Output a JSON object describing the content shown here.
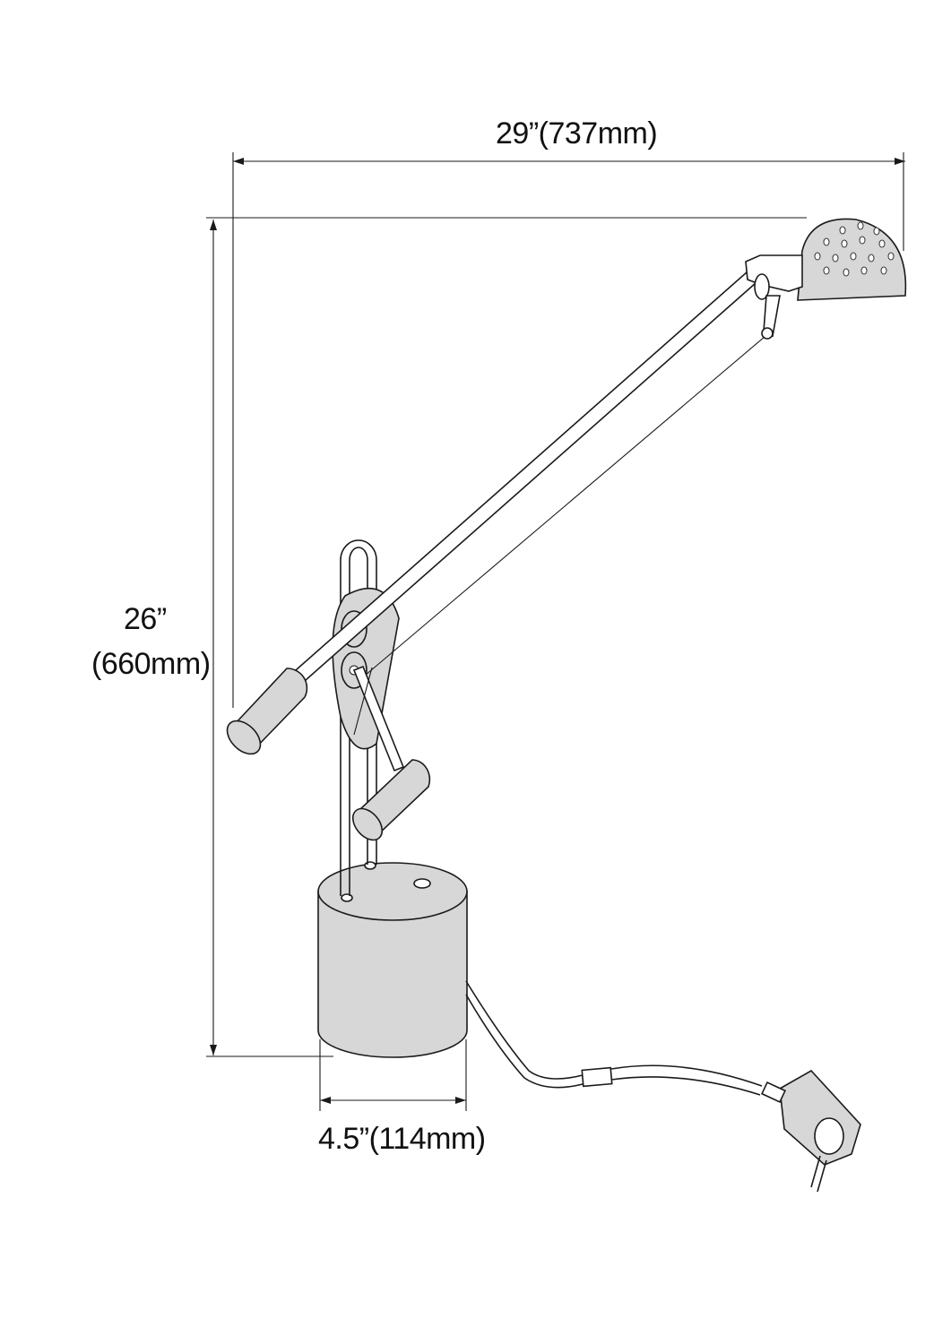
{
  "dimensions": {
    "width_label": "29”(737mm)",
    "height_label_inch": "26”",
    "height_label_mm": "(660mm)",
    "base_label": "4.5”(114mm)"
  },
  "colors": {
    "line": "#1a1a1a",
    "fill": "#d7d7d7",
    "background": "#ffffff"
  }
}
